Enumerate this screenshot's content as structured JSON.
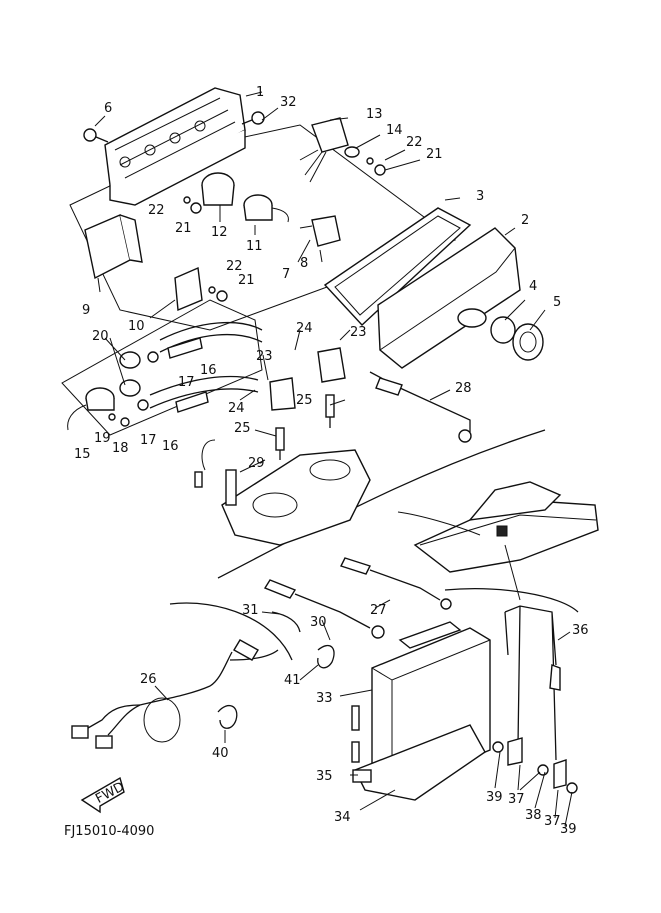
{
  "diagram_code": "FJ15010-4090",
  "fwd_label": "FWD",
  "callouts": {
    "p1": "1",
    "p2": "2",
    "p3": "3",
    "p4": "4",
    "p5": "5",
    "p6": "6",
    "p7": "7",
    "p8": "8",
    "p9": "9",
    "p10": "10",
    "p11": "11",
    "p12": "12",
    "p13": "13",
    "p14": "14",
    "p15": "15",
    "p16a": "16",
    "p16b": "16",
    "p17a": "17",
    "p17b": "17",
    "p18": "18",
    "p19": "19",
    "p20": "20",
    "p21a": "21",
    "p21b": "21",
    "p21c": "21",
    "p22a": "22",
    "p22b": "22",
    "p22c": "22",
    "p23a": "23",
    "p23b": "23",
    "p24a": "24",
    "p24b": "24",
    "p25a": "25",
    "p25b": "25",
    "p26": "26",
    "p27": "27",
    "p28": "28",
    "p29": "29",
    "p30": "30",
    "p31": "31",
    "p32": "32",
    "p33": "33",
    "p34": "34",
    "p35": "35",
    "p36": "36",
    "p37a": "37",
    "p37b": "37",
    "p38": "38",
    "p39a": "39",
    "p39b": "39",
    "p40": "40",
    "p41": "41"
  }
}
